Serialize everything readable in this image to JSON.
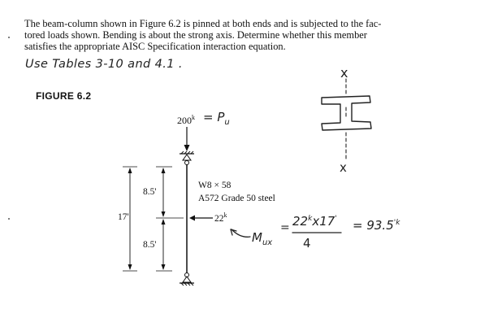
{
  "problem": {
    "lines": [
      "The beam-column shown in Figure 6.2 is pinned at both ends and is subjected to the fac-",
      "tored loads shown. Bending is about the strong axis. Determine whether this member",
      "satisfies the appropriate AISC Specification interaction equation."
    ]
  },
  "handnote": "Use Tables 3-10 and 4.1 .",
  "figure": {
    "label": "FIGURE 6.2",
    "axial_load": "200",
    "axial_load_unit": "k",
    "axial_load_hand": "= P",
    "axial_load_hand_sub": "u",
    "section": "W8 × 58",
    "material": "A572 Grade 50 steel",
    "lateral_load": "22",
    "lateral_load_unit": "k",
    "length_total": "17'",
    "length_top": "8.5'",
    "length_bottom": "8.5'",
    "axis_label_top": "x",
    "axis_label_bottom": "x"
  },
  "moment_calc": {
    "lhs": "M",
    "lhs_sub": "ux",
    "equals": "=",
    "numerator": "22",
    "numerator_unit": "k",
    "times": "x17",
    "numerator_tick": "'",
    "denominator": "4",
    "result": "= 93.5",
    "result_unit": "'k"
  }
}
